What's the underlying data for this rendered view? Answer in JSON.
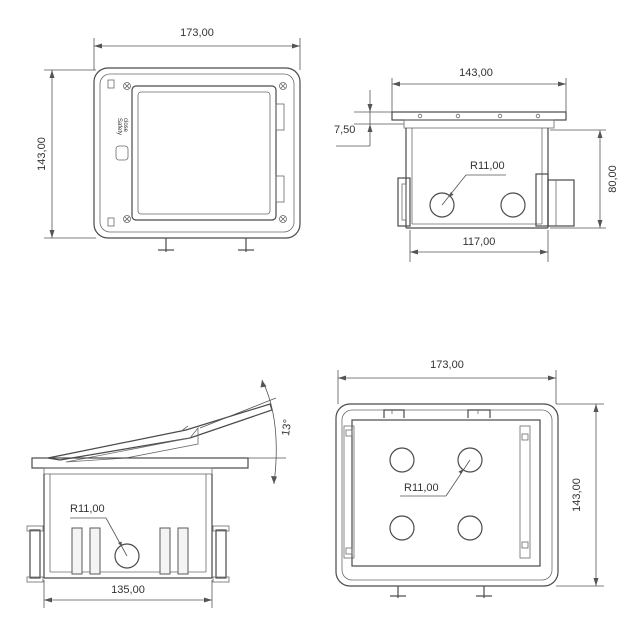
{
  "views": {
    "top": {
      "width_dim": "173,00",
      "height_dim": "143,00",
      "lid_label_1": "Safety",
      "lid_label_2": "close"
    },
    "front": {
      "top_width_dim": "143,00",
      "lip_dim": "7,50",
      "depth_dim": "80,00",
      "body_width_dim": "117,00",
      "radius_dim": "R11,00"
    },
    "side": {
      "angle_dim": "13°",
      "radius_dim": "R11,00",
      "body_width_dim": "135,00"
    },
    "bottom": {
      "width_dim": "173,00",
      "height_dim": "143,00",
      "radius_dim": "R11,00"
    }
  }
}
